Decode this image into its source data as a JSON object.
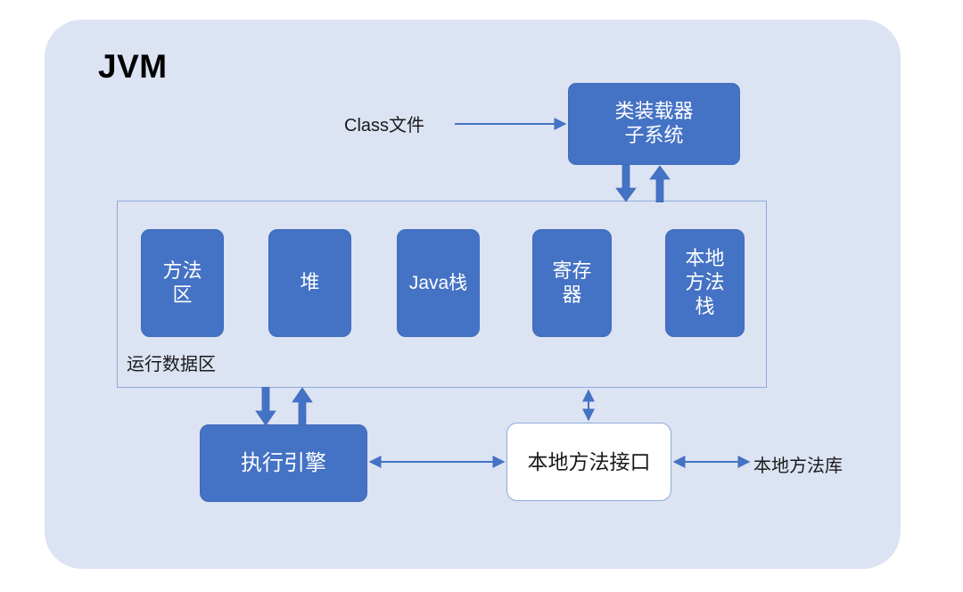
{
  "diagram": {
    "title": "JVM",
    "container_color": "#DCE3F2",
    "node_color": "#4472C4",
    "connector_color": "#4472C4"
  },
  "labels": {
    "class_file": "Class文件",
    "runtime_data_area": "运行数据区",
    "native_method_library": "本地方法库"
  },
  "nodes": {
    "class_loader": "类装载器\n子系统",
    "class_loader_line1": "类装载器",
    "class_loader_line2": "子系统",
    "method_area": "方法\n区",
    "method_area_line1": "方法",
    "method_area_line2": "区",
    "heap": "堆",
    "java_stack": "Java栈",
    "register_line1": "寄存",
    "register_line2": "器",
    "native_method_stack_line1": "本地",
    "native_method_stack_line2": "方法",
    "native_method_stack_line3": "栈",
    "execution_engine": "执行引擎",
    "native_method_interface": "本地方法接口"
  },
  "connections": [
    {
      "name": "class-file-to-class-loader",
      "from": "Class文件",
      "to": "类装载器子系统",
      "style": "thin-arrow",
      "direction": "one-way"
    },
    {
      "name": "class-loader-to-runtime-area",
      "from": "类装载器子系统",
      "to": "运行数据区",
      "style": "block-arrow",
      "direction": "down"
    },
    {
      "name": "runtime-area-to-class-loader",
      "from": "运行数据区",
      "to": "类装载器子系统",
      "style": "block-arrow",
      "direction": "up"
    },
    {
      "name": "runtime-area-to-execution-engine",
      "from": "运行数据区",
      "to": "执行引擎",
      "style": "block-arrow",
      "direction": "down"
    },
    {
      "name": "execution-engine-to-runtime-area",
      "from": "执行引擎",
      "to": "运行数据区",
      "style": "block-arrow",
      "direction": "up"
    },
    {
      "name": "runtime-area-to-native-interface",
      "from": "运行数据区",
      "to": "本地方法接口",
      "style": "thin-arrow",
      "direction": "two-way"
    },
    {
      "name": "execution-engine-to-native-interface",
      "from": "执行引擎",
      "to": "本地方法接口",
      "style": "thin-arrow",
      "direction": "two-way"
    },
    {
      "name": "native-interface-to-native-library",
      "from": "本地方法接口",
      "to": "本地方法库",
      "style": "thin-arrow",
      "direction": "two-way"
    }
  ]
}
